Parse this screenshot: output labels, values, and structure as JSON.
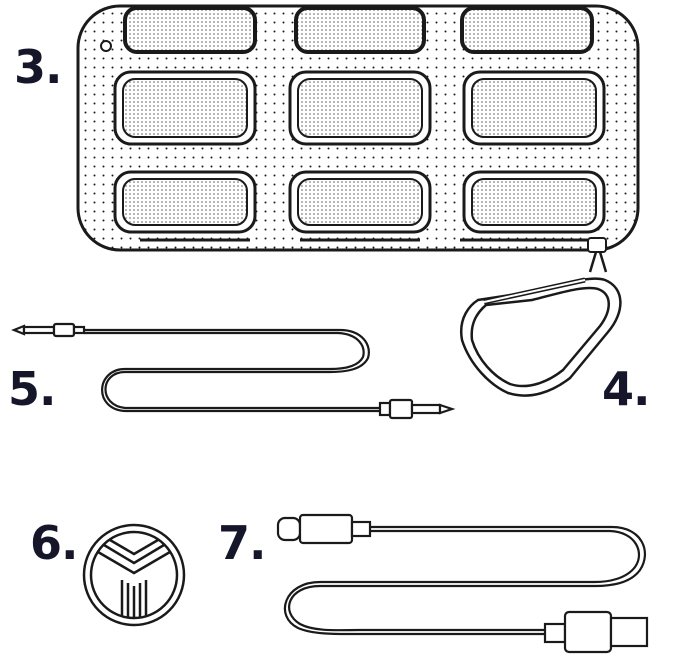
{
  "labels": {
    "item_3": "3.",
    "item_4": "4.",
    "item_5": "5.",
    "item_6": "6.",
    "item_7": "7."
  },
  "colors": {
    "ink": "#16162a",
    "line": "#1a1a1a"
  }
}
